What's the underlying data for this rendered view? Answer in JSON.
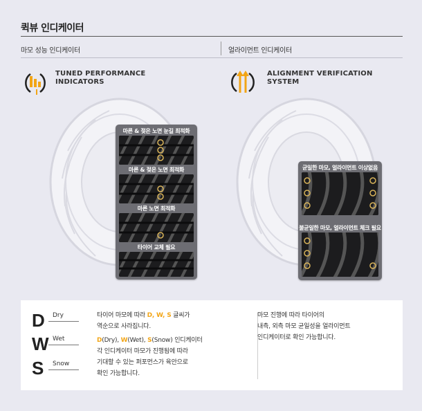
{
  "page_title": "퀵뷰 인디케이터",
  "left_section": {
    "subtitle": "마모 성능 인디케이터",
    "system_title_line1": "TUNED PERFORMANCE",
    "system_title_line2": "INDICATORS",
    "icon": "tread-wear-bars-icon",
    "panel_labels": [
      "마른 & 젖은 노면 눈길 최적화",
      "마른 & 젖은 노면 최적화",
      "마른 노면 최적화",
      "타이어 교체 필요"
    ]
  },
  "right_section": {
    "subtitle": "얼라이먼트 인디케이터",
    "system_title_line1": "ALIGNMENT VERIFICATION",
    "system_title_line2": "SYSTEM",
    "icon": "alignment-arrows-icon",
    "panel_labels": [
      "균일한 마모, 얼라이먼트 이상없음",
      "불균일한 마모, 얼라이먼트 체크 필요"
    ]
  },
  "dws": {
    "letters": [
      "D",
      "W",
      "S"
    ],
    "words": [
      "Dry",
      "Wet",
      "Snow"
    ]
  },
  "description_left": {
    "line1_pre": "타이어 마모에 따라 ",
    "line1_hl": "D, W, S",
    "line1_post": " 글씨가",
    "line2": "역순으로 사라집니다.",
    "line3_d": "D",
    "line3_d_rest": "(Dry), ",
    "line3_w": "W",
    "line3_w_rest": "(Wet), ",
    "line3_s": "S",
    "line3_s_rest": "(Snow) 인디케이터",
    "line4": "각 인디케이터 마모가 진행됨에 따라",
    "line5": "기대할 수 있는 퍼포먼스가 육안으로",
    "line6": "확인 가능합니다."
  },
  "description_right": {
    "line1": "마모 진행에 따라 타이어의",
    "line2": "내측, 외측 마모 균일성을 얼라이먼트",
    "line3": "인디케이터로 확인 가능합니다."
  },
  "colors": {
    "accent": "#f2a516",
    "background": "#e9e9f1",
    "panel": "#6d6d73"
  }
}
